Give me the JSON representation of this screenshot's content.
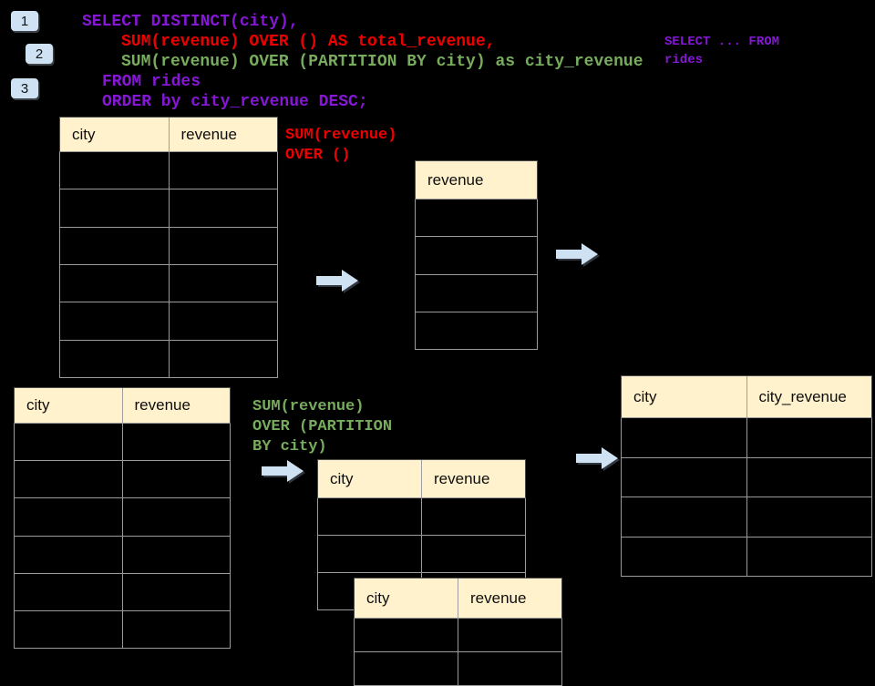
{
  "colors": {
    "purple": "#8617D6",
    "red": "#EE0000",
    "green": "#77AC5D",
    "arrow": "#CFE2F3",
    "badge": "#CFE2F3",
    "header_fill": "#FFF2CC"
  },
  "badges": [
    {
      "label": "1"
    },
    {
      "label": "2"
    },
    {
      "label": "3"
    }
  ],
  "code": {
    "lines": [
      {
        "text": "SELECT DISTINCT(city),",
        "color": "purple"
      },
      {
        "text": "SUM(revenue) OVER () AS total_revenue,",
        "color": "red"
      },
      {
        "text": "SUM(revenue) OVER (PARTITION BY city) as city_revenue",
        "color": "green"
      },
      {
        "text": "FROM rides",
        "color": "purple"
      },
      {
        "text": "ORDER by city_revenue DESC;",
        "color": "purple"
      }
    ]
  },
  "side_note": {
    "lines": [
      {
        "text": "SELECT ... FROM",
        "color": "purple"
      },
      {
        "text": "rides",
        "color": "purple"
      }
    ]
  },
  "annotations": {
    "total": {
      "lines": [
        {
          "text": "SUM(revenue)",
          "color": "red"
        },
        {
          "text": "OVER ()",
          "color": "red"
        }
      ]
    },
    "partition": {
      "lines": [
        {
          "text": "SUM(revenue)",
          "color": "green"
        },
        {
          "text": "OVER (PARTITION",
          "color": "green"
        },
        {
          "text": "BY city)",
          "color": "green"
        }
      ]
    }
  },
  "tables": {
    "source_top": {
      "headers": [
        "city",
        "revenue"
      ],
      "empty_row_count": 6
    },
    "total_revenue_result": {
      "headers": [
        "revenue"
      ],
      "empty_row_count": 4
    },
    "source_bottom": {
      "headers": [
        "city",
        "revenue"
      ],
      "empty_row_count": 6
    },
    "partition_step": {
      "headers": [
        "city",
        "revenue"
      ],
      "empty_row_count": 3
    },
    "partition_step_overlay": {
      "headers": [
        "city",
        "revenue"
      ],
      "empty_row_count": 2
    },
    "city_revenue_result": {
      "headers": [
        "city",
        "city_revenue"
      ],
      "empty_row_count": 4
    }
  }
}
